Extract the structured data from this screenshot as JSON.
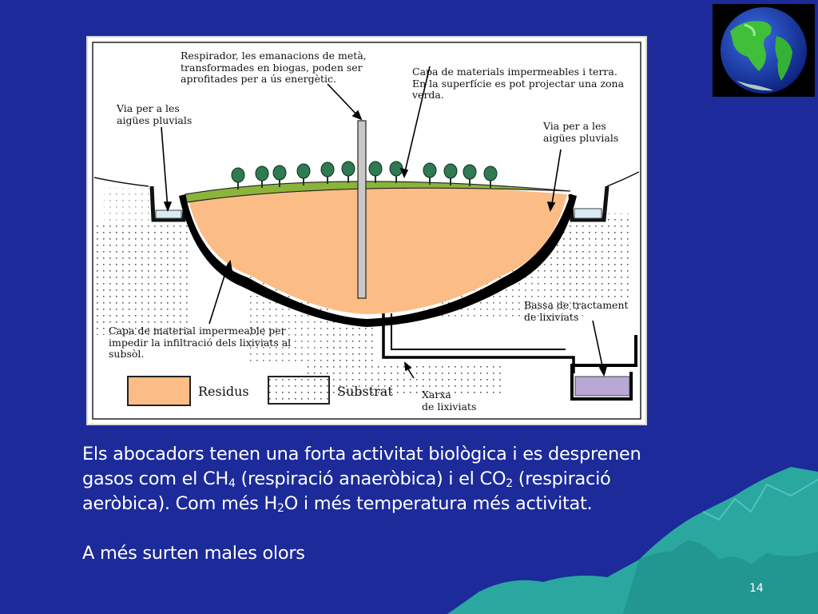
{
  "diagram": {
    "labels": {
      "respirador": [
        "Respirador, les emanacions de metà,",
        "transformades en biogas,  poden ser",
        "aprofitades per a ús energètic."
      ],
      "capa_superior": [
        "Capa de materials impermeables i terra.",
        "En la superfície es pot projectar una zona",
        "verda."
      ],
      "via_esquerra": [
        "Via per a les",
        "aigües pluvials"
      ],
      "via_dreta": [
        "Via per a les",
        "aigües pluvials"
      ],
      "capa_inferior": [
        "Capa de material impermeable per",
        "impedir la infiltració dels lixiviats al",
        "subsòl."
      ],
      "bassa": [
        "Bassa de tractament",
        "de lixiviats"
      ],
      "xarxa": [
        "Xarxa",
        "de lixiviats"
      ]
    },
    "legend": {
      "residus": "Residus",
      "substrat": "Substrat"
    },
    "colors": {
      "residus": "#fbbd85",
      "vegetation": "#8bb43a",
      "liner": "#000000",
      "lixiviats": "#b9a8d6",
      "tree": "#2f7a52",
      "pipe": "#c8c8c8"
    }
  },
  "text": {
    "line1": "Els abocadors tenen una forta activitat biològica i es desprenen",
    "line2_a": "gasos com el CH",
    "line2_sub1": "4",
    "line2_b": " (respiració anaeròbica) i el CO",
    "line2_sub2": "2",
    "line2_c": " (respiració",
    "line3_a": "aeròbica). Com més H",
    "line3_sub": "2",
    "line3_b": "O i més temperatura més activitat.",
    "para2": "A més surten males olors"
  },
  "slide": {
    "page_number": "14",
    "background": "#1c2a9a",
    "mountain_color": "#2aa8a0"
  }
}
